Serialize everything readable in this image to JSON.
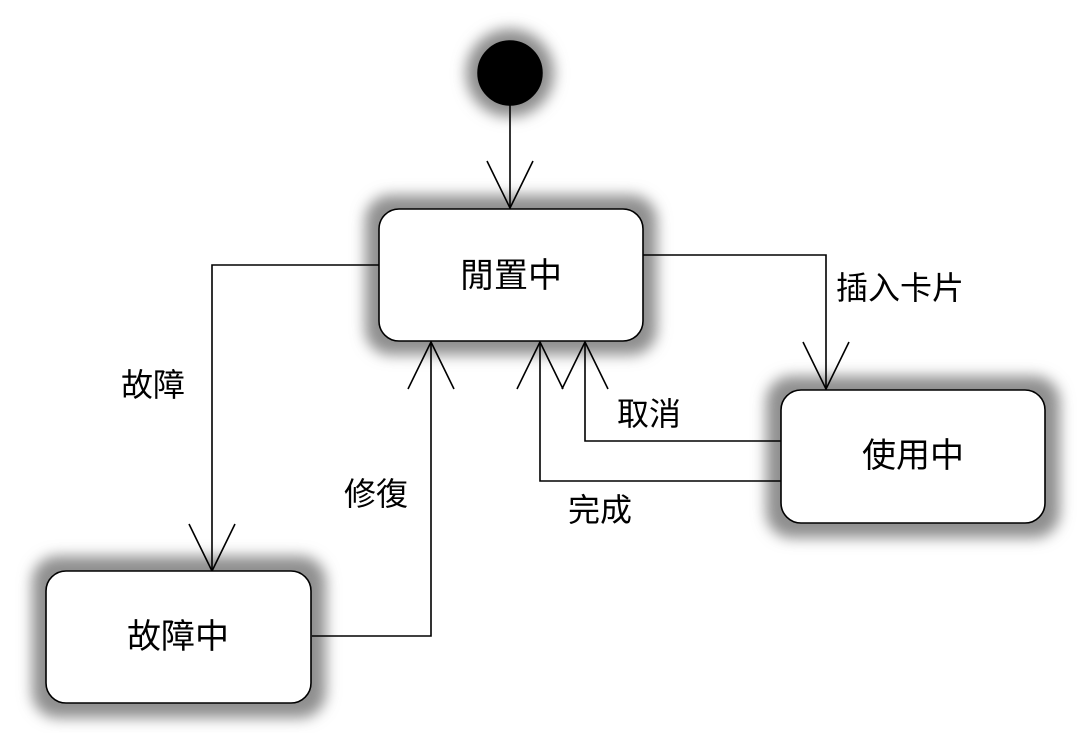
{
  "states": {
    "idle": "閒置中",
    "in_use": "使用中",
    "out_of_order": "故障中"
  },
  "transitions": {
    "insert_card": "插入卡片",
    "cancel": "取消",
    "complete": "完成",
    "fault": "故障",
    "repair": "修復"
  },
  "colors": {
    "line": "#000000",
    "shadow": "#9a9a9a",
    "initial_node": "#000000"
  }
}
